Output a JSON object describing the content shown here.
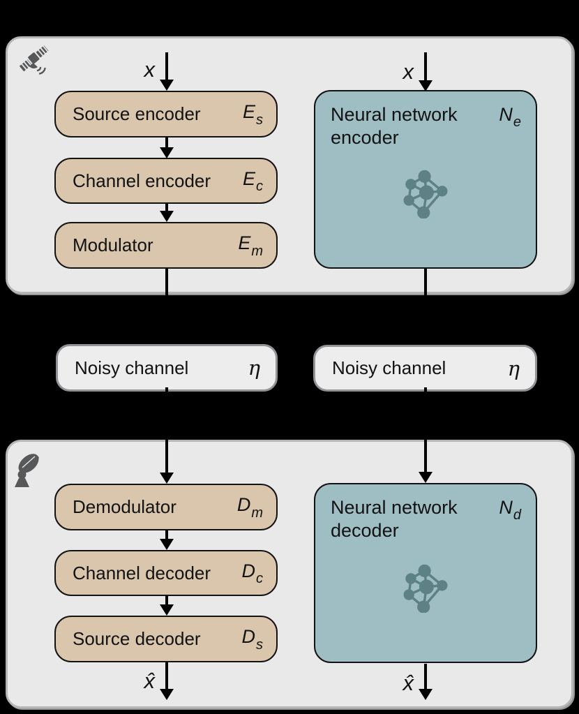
{
  "diagram": {
    "transmitter": {
      "input_label": "x",
      "classic": [
        {
          "label": "Source encoder",
          "symbol": "E",
          "sub": "s"
        },
        {
          "label": "Channel encoder",
          "symbol": "E",
          "sub": "c"
        },
        {
          "label": "Modulator",
          "symbol": "E",
          "sub": "m"
        }
      ],
      "neural": {
        "line1": "Neural network",
        "line2": "encoder",
        "symbol": "N",
        "sub": "e"
      }
    },
    "channels": {
      "left": {
        "label": "Noisy channel",
        "symbol": "η"
      },
      "right": {
        "label": "Noisy channel",
        "symbol": "η"
      }
    },
    "receiver": {
      "classic": [
        {
          "label": "Demodulator",
          "symbol": "D",
          "sub": "m"
        },
        {
          "label": "Channel decoder",
          "symbol": "D",
          "sub": "c"
        },
        {
          "label": "Source decoder",
          "symbol": "D",
          "sub": "s"
        }
      ],
      "neural": {
        "line1": "Neural network",
        "line2": "decoder",
        "symbol": "N",
        "sub": "d"
      },
      "output_label": "x̂"
    },
    "icons": {
      "transmitter": "satellite-icon",
      "receiver": "dish-antenna-icon",
      "neural": "neural-network-icon"
    },
    "colors": {
      "background": "#000000",
      "panel_fill": "#e9e9ea",
      "panel_border": "#b5b6b8",
      "classic_box_fill": "#d9c6ac",
      "neural_box_fill": "#9fbec4",
      "neural_icon": "#5d8184",
      "channel_box_fill": "#ededee",
      "channel_box_border": "#919396",
      "box_border": "#121212",
      "pictogram_gray": "#57585a"
    }
  }
}
